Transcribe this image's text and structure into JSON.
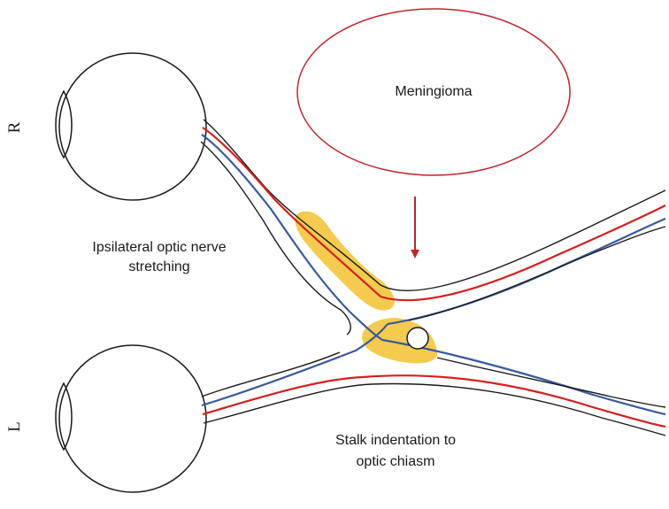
{
  "labels": {
    "right_eye": "R",
    "left_eye": "L",
    "tumor": "Meningioma",
    "stretch_line1": "Ipsilateral optic nerve",
    "stretch_line2": "stretching",
    "stalk_line1": "Stalk indentation to",
    "stalk_line2": "optic chiasm"
  },
  "colors": {
    "outline": "#1a1a1a",
    "fiber_red": "#d42020",
    "fiber_blue": "#3a5a9c",
    "compression_yellow": "#f2c230",
    "tumor_outline": "#c0262b",
    "arrow": "#c0262b"
  }
}
